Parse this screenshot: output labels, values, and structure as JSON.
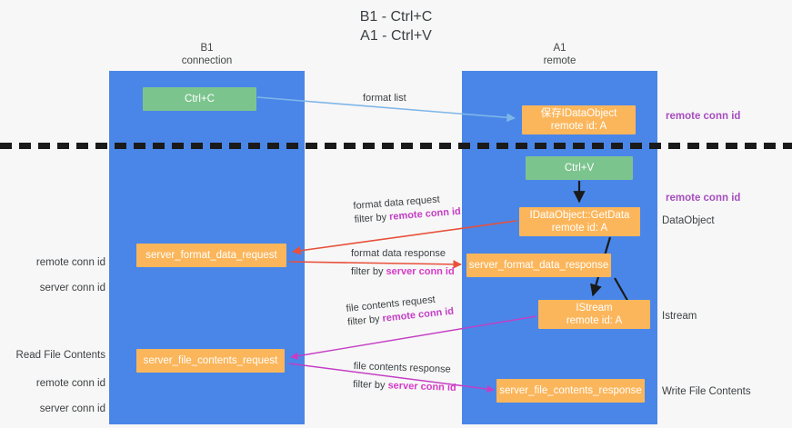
{
  "title": "B1 - Ctrl+C\nA1 - Ctrl+V",
  "lanes": [
    {
      "id": "b1",
      "header": "B1\nconnection",
      "color": "#4a86e8"
    },
    {
      "id": "a1",
      "header": "A1\nremote",
      "color": "#4a86e8"
    }
  ],
  "colors": {
    "lane": "#4a86e8",
    "node_orange": "#fbb65b",
    "node_green": "#7cc48d",
    "background": "#f7f7f7",
    "text": "#3c4043",
    "remote_conn_id": "#a64dbf",
    "server_conn_id": "#58b368",
    "arrow_format_list": "#7fb6e8",
    "arrow_format_data": "#e8503a",
    "arrow_file_contents": "#c43ec4",
    "arrow_black": "#1a1a1a",
    "divider": "#1a1a1a"
  },
  "nodes": {
    "ctrl_c": {
      "label": "Ctrl+C",
      "style": "green"
    },
    "save_idataobject": {
      "label": "保存IDataObject\nremote id: A",
      "style": "orange"
    },
    "ctrl_v": {
      "label": "Ctrl+V",
      "style": "green"
    },
    "getdata": {
      "label": "IDataObject::GetData\nremote id: A",
      "style": "orange"
    },
    "server_format_data_request": {
      "label": "server_format_data_request",
      "style": "orange"
    },
    "server_format_data_response": {
      "label": "server_format_data_response",
      "style": "orange"
    },
    "istream": {
      "label": "IStream\nremote id: A",
      "style": "orange"
    },
    "server_file_contents_request": {
      "label": "server_file_contents_request",
      "style": "orange"
    },
    "server_file_contents_response": {
      "label": "server_file_contents_response",
      "style": "orange"
    }
  },
  "edge_labels": {
    "format_list": {
      "line1": "format list"
    },
    "format_data_request": {
      "line1": "format data request",
      "line2_prefix": "filter by ",
      "line2_highlight": "remote conn id"
    },
    "format_data_response": {
      "line1": "format data response",
      "line2_prefix": "filter by ",
      "line2_highlight": "server conn id"
    },
    "file_contents_request": {
      "line1": "file contents request",
      "line2_prefix": "filter by ",
      "line2_highlight": "remote conn id"
    },
    "file_contents_response": {
      "line1": "file contents response",
      "line2_prefix": "filter by ",
      "line2_highlight": "server conn id"
    }
  },
  "notes": {
    "right_remote_conn_id_top": "remote conn id",
    "right_remote_conn_id_mid": "remote conn id",
    "right_dataobject": "DataObject",
    "right_istream": "Istream",
    "right_write_file_contents": "Write File Contents",
    "left_remote_conn_id": "remote conn id",
    "left_server_conn_id": "server conn id",
    "left_read_file_contents": "Read File Contents",
    "left_remote_conn_id_2": "remote conn id",
    "left_server_conn_id_2": "server conn id"
  }
}
